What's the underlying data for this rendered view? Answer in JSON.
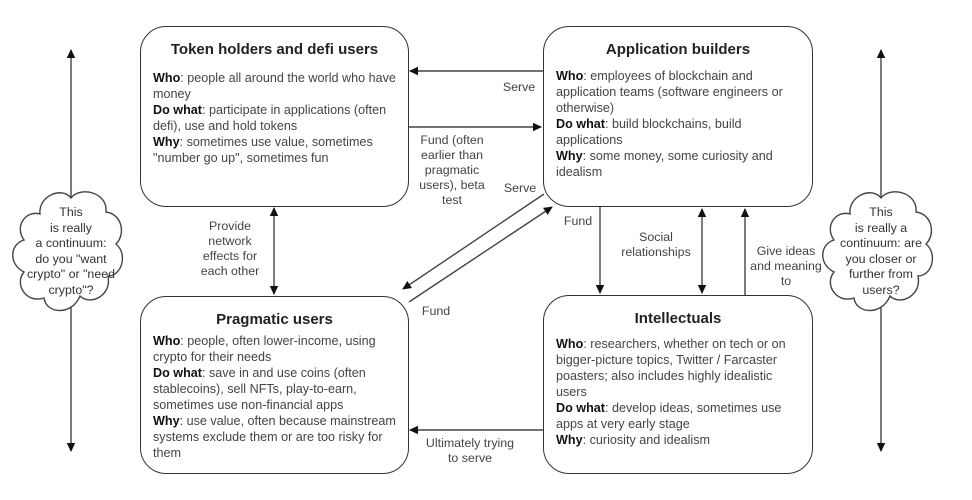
{
  "boxes": {
    "token_holders": {
      "title": "Token holders and defi users",
      "who_label": "Who",
      "who": ": people all around the world who have money",
      "do_label": "Do what",
      "do": ": participate in applications (often defi), use and hold tokens",
      "why_label": "Why",
      "why": ": sometimes use value, sometimes \"number go up\", sometimes fun"
    },
    "app_builders": {
      "title": "Application builders",
      "who_label": "Who",
      "who": ": employees of blockchain and application teams (software engineers or otherwise)",
      "do_label": "Do what",
      "do": ": build blockchains, build applications",
      "why_label": "Why",
      "why": ": some money, some curiosity and idealism"
    },
    "pragmatic_users": {
      "title": "Pragmatic users",
      "who_label": "Who",
      "who": ": people, often lower-income, using crypto for their needs",
      "do_label": "Do what",
      "do": ": save in and use coins (often stablecoins), sell NFTs, play-to-earn, sometimes use non-financial apps",
      "why_label": "Why",
      "why": ": use value, often because mainstream systems exclude them or are too risky for them"
    },
    "intellectuals": {
      "title": "Intellectuals",
      "who_label": "Who",
      "who": ": researchers, whether on tech or on bigger-picture topics, Twitter / Farcaster poasters; also includes highly idealistic users",
      "do_label": "Do what",
      "do": ": develop ideas, sometimes use apps at very early stage",
      "why_label": "Why",
      "why": ": curiosity and idealism"
    }
  },
  "edges": {
    "builders_to_token_serve": "Serve",
    "token_to_builders_fund": "Fund (often earlier than pragmatic users), beta test",
    "builders_to_pragmatic_serve": "Serve",
    "pragmatic_to_builders_fund": "Fund",
    "token_pragmatic_network": "Provide network effects for each other",
    "builders_to_intellectuals_fund": "Fund",
    "builders_intellectuals_social": "Social relationships",
    "intellectuals_to_builders_ideas": "Give ideas and meaning to",
    "intellectuals_to_pragmatic": "Ultimately trying to serve"
  },
  "clouds": {
    "left": "This is really a continuum: do you \"want crypto\" or \"need crypto\"?",
    "left_lines": [
      "This",
      "is really",
      "a continuum:",
      "do you \"want",
      "crypto\" or \"need",
      "crypto\"?"
    ],
    "right": "This is really a continuum: are you closer or further from users?",
    "right_lines": [
      "This",
      "is really a",
      "continuum: are",
      "you closer or",
      "further from",
      "users?"
    ]
  }
}
